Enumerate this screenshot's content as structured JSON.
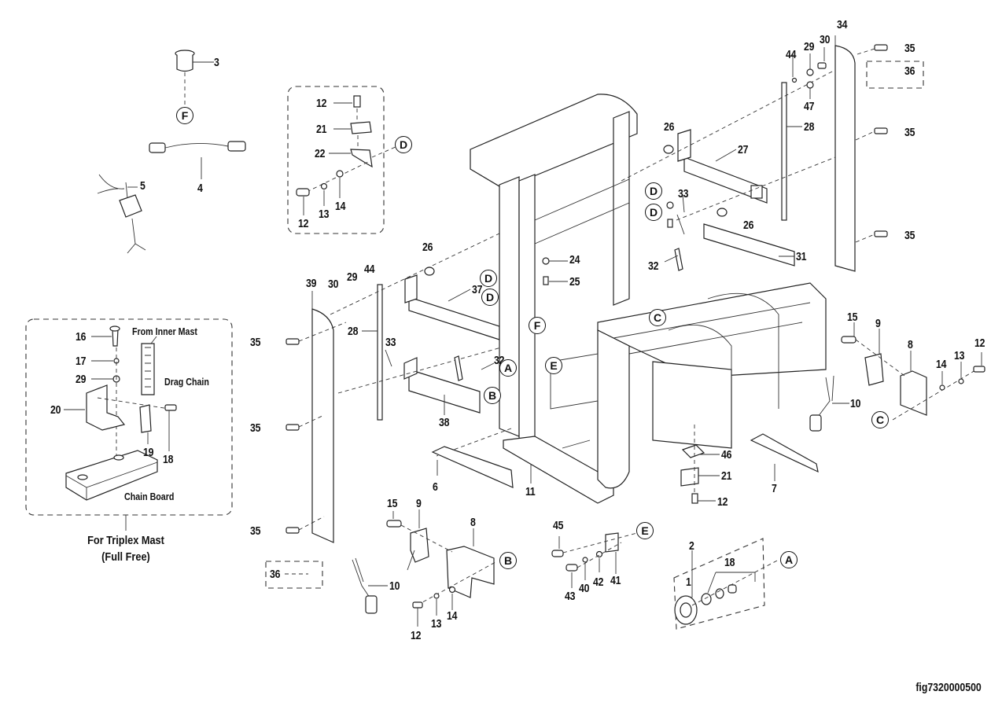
{
  "figure_id": "fig7320000500",
  "inset_triplex": {
    "caption_line1": "For Triplex Mast",
    "caption_line2": "(Full Free)",
    "from_inner_mast": "From Inner Mast",
    "drag_chain": "Drag Chain",
    "chain_board": "Chain Board"
  },
  "callouts": [
    {
      "id": "c3",
      "text": "3"
    },
    {
      "id": "c4",
      "text": "4"
    },
    {
      "id": "c5",
      "text": "5"
    },
    {
      "id": "c12a",
      "text": "12"
    },
    {
      "id": "c21a",
      "text": "21"
    },
    {
      "id": "c22",
      "text": "22"
    },
    {
      "id": "c12b",
      "text": "12"
    },
    {
      "id": "c13a",
      "text": "13"
    },
    {
      "id": "c14a",
      "text": "14"
    },
    {
      "id": "c16",
      "text": "16"
    },
    {
      "id": "c17",
      "text": "17"
    },
    {
      "id": "c29a",
      "text": "29"
    },
    {
      "id": "c20",
      "text": "20"
    },
    {
      "id": "c19",
      "text": "19"
    },
    {
      "id": "c18a",
      "text": "18"
    },
    {
      "id": "c35a",
      "text": "35"
    },
    {
      "id": "c35b",
      "text": "35"
    },
    {
      "id": "c35c",
      "text": "35"
    },
    {
      "id": "c36a",
      "text": "36"
    },
    {
      "id": "c39",
      "text": "39"
    },
    {
      "id": "c30a",
      "text": "30"
    },
    {
      "id": "c29b",
      "text": "29"
    },
    {
      "id": "c44a",
      "text": "44"
    },
    {
      "id": "c28a",
      "text": "28"
    },
    {
      "id": "c33a",
      "text": "33"
    },
    {
      "id": "c26a",
      "text": "26"
    },
    {
      "id": "c37",
      "text": "37"
    },
    {
      "id": "c32a",
      "text": "32"
    },
    {
      "id": "c38",
      "text": "38"
    },
    {
      "id": "c24",
      "text": "24"
    },
    {
      "id": "c25",
      "text": "25"
    },
    {
      "id": "c6",
      "text": "6"
    },
    {
      "id": "c11",
      "text": "11"
    },
    {
      "id": "c15a",
      "text": "15"
    },
    {
      "id": "c9a",
      "text": "9"
    },
    {
      "id": "c8a",
      "text": "8"
    },
    {
      "id": "c10a",
      "text": "10"
    },
    {
      "id": "c12c",
      "text": "12"
    },
    {
      "id": "c13b",
      "text": "13"
    },
    {
      "id": "c14b",
      "text": "14"
    },
    {
      "id": "c45",
      "text": "45"
    },
    {
      "id": "c43",
      "text": "43"
    },
    {
      "id": "c40",
      "text": "40"
    },
    {
      "id": "c42",
      "text": "42"
    },
    {
      "id": "c41",
      "text": "41"
    },
    {
      "id": "c2",
      "text": "2"
    },
    {
      "id": "c1",
      "text": "1"
    },
    {
      "id": "c18b",
      "text": "18"
    },
    {
      "id": "c46",
      "text": "46"
    },
    {
      "id": "c21b",
      "text": "21"
    },
    {
      "id": "c12d",
      "text": "12"
    },
    {
      "id": "c7",
      "text": "7"
    },
    {
      "id": "c15b",
      "text": "15"
    },
    {
      "id": "c9b",
      "text": "9"
    },
    {
      "id": "c8b",
      "text": "8"
    },
    {
      "id": "c14c",
      "text": "14"
    },
    {
      "id": "c13c",
      "text": "13"
    },
    {
      "id": "c12e",
      "text": "12"
    },
    {
      "id": "c10b",
      "text": "10"
    },
    {
      "id": "c34",
      "text": "34"
    },
    {
      "id": "c35d",
      "text": "35"
    },
    {
      "id": "c36b",
      "text": "36"
    },
    {
      "id": "c35e",
      "text": "35"
    },
    {
      "id": "c35f",
      "text": "35"
    },
    {
      "id": "c44b",
      "text": "44"
    },
    {
      "id": "c29c",
      "text": "29"
    },
    {
      "id": "c30b",
      "text": "30"
    },
    {
      "id": "c47",
      "text": "47"
    },
    {
      "id": "c28b",
      "text": "28"
    },
    {
      "id": "c26b",
      "text": "26"
    },
    {
      "id": "c27",
      "text": "27"
    },
    {
      "id": "c33b",
      "text": "33"
    },
    {
      "id": "c26c",
      "text": "26"
    },
    {
      "id": "c31",
      "text": "31"
    },
    {
      "id": "c32b",
      "text": "32"
    }
  ],
  "reference_markers": [
    {
      "id": "rF1",
      "text": "F"
    },
    {
      "id": "rD1",
      "text": "D"
    },
    {
      "id": "rD2",
      "text": "D"
    },
    {
      "id": "rD3",
      "text": "D"
    },
    {
      "id": "rD4",
      "text": "D"
    },
    {
      "id": "rD5",
      "text": "D"
    },
    {
      "id": "rF2",
      "text": "F"
    },
    {
      "id": "rE1",
      "text": "E"
    },
    {
      "id": "rA1",
      "text": "A"
    },
    {
      "id": "rB1",
      "text": "B"
    },
    {
      "id": "rC1",
      "text": "C"
    },
    {
      "id": "rB2",
      "text": "B"
    },
    {
      "id": "rE2",
      "text": "E"
    },
    {
      "id": "rA2",
      "text": "A"
    },
    {
      "id": "rC2",
      "text": "C"
    }
  ]
}
